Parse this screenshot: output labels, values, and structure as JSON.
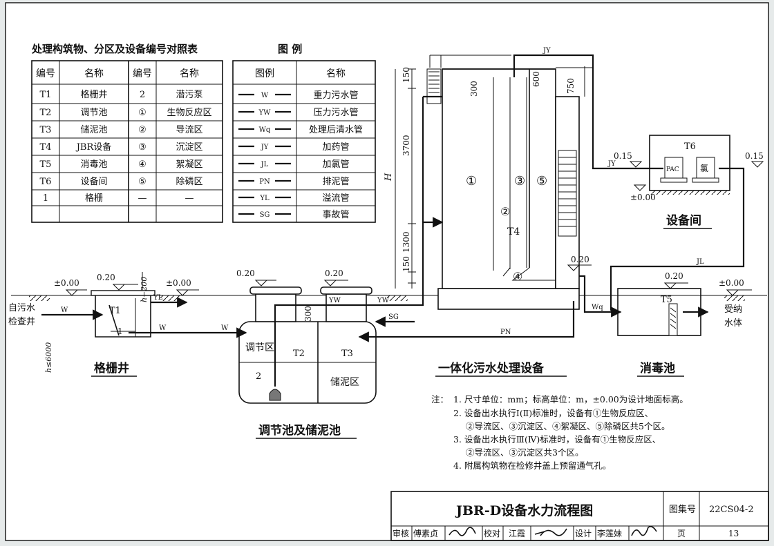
{
  "sheet": {
    "table_title": "处理构筑物、分区及设备编号对照表",
    "legend_title": "图    例",
    "mapping_table": {
      "headers": [
        "编号",
        "名称",
        "编号",
        "名称"
      ],
      "rows": [
        [
          "T1",
          "格栅井",
          "2",
          "潜污泵"
        ],
        [
          "T2",
          "调节池",
          "①",
          "生物反应区"
        ],
        [
          "T3",
          "储泥池",
          "②",
          "导流区"
        ],
        [
          "T4",
          "JBR设备",
          "③",
          "沉淀区"
        ],
        [
          "T5",
          "消毒池",
          "④",
          "絮凝区"
        ],
        [
          "T6",
          "设备间",
          "⑤",
          "除磷区"
        ],
        [
          "1",
          "格栅",
          "—",
          "—"
        ]
      ]
    },
    "legend_table": {
      "headers": [
        "图例",
        "名称"
      ],
      "rows": [
        {
          "code": "W",
          "name": "重力污水管"
        },
        {
          "code": "YW",
          "name": "压力污水管"
        },
        {
          "code": "Wq",
          "name": "处理后清水管"
        },
        {
          "code": "JY",
          "name": "加药管"
        },
        {
          "code": "JL",
          "name": "加氯管"
        },
        {
          "code": "PN",
          "name": "排泥管"
        },
        {
          "code": "YL",
          "name": "溢流管"
        },
        {
          "code": "SG",
          "name": "事故管"
        }
      ]
    },
    "diagram": {
      "captions": {
        "grille_well": "格栅井",
        "tanks": "调节池及储泥池",
        "equipment": "一体化污水处理设备",
        "disinfection": "消毒池",
        "equipment_room": "设备间"
      },
      "labels": {
        "inlet_line1": "自污水",
        "inlet_line2": "检查井",
        "outlet_line1": "受纳",
        "outlet_line2": "水体",
        "depth": "h≤6000",
        "h_minus": "h−200",
        "t1": "T1",
        "t2": "T2",
        "t3": "T3",
        "t4": "T4",
        "t5": "T5",
        "t6": "T6",
        "grille_no": "1",
        "pump_no": "2",
        "regulating_zone": "调节区",
        "sludge_zone": "储泥区",
        "pac": "PAC",
        "chlorine": "氯",
        "height": "H",
        "zone1": "①",
        "zone2": "②",
        "zone3": "③",
        "zone4": "④",
        "zone5": "⑤"
      },
      "elevations": {
        "zero": "±0.00",
        "plus020": "0.20",
        "plus015": "0.15"
      },
      "dimensions": {
        "d150": "150",
        "d3700": "3700",
        "d1300": "1300",
        "d300": "300",
        "d600": "600",
        "d750": "750"
      },
      "pipe_codes": {
        "w": "W",
        "yw": "YW",
        "wq": "Wq",
        "jy": "JY",
        "jl": "JL",
        "pn": "PN",
        "yl": "YL",
        "sg": "SG"
      }
    },
    "notes": {
      "prefix": "注：",
      "items": [
        "1. 尺寸单位：mm；标高单位：m，±0.00为设计地面标高。",
        "2. 设备出水执行Ⅰ(Ⅱ)标准时，设备有①生物反应区、",
        "②导流区、③沉淀区、④絮凝区、⑤除磷区共5个区。",
        "3. 设备出水执行Ⅲ(Ⅳ)标准时，设备有①生物反应区、",
        "②导流区、③沉淀区共3个区。",
        "4. 附属构筑物在检修井盖上预留通气孔。"
      ]
    },
    "title_block": {
      "title": "JBR-D设备水力流程图",
      "atlas_label": "图集号",
      "atlas_no": "22CS04-2",
      "page_label": "页",
      "page_no": "13",
      "review_label": "审核",
      "reviewer": "傅素贞",
      "check_label": "校对",
      "checker": "江霞",
      "design_label": "设计",
      "designer": "李莲妹"
    }
  }
}
